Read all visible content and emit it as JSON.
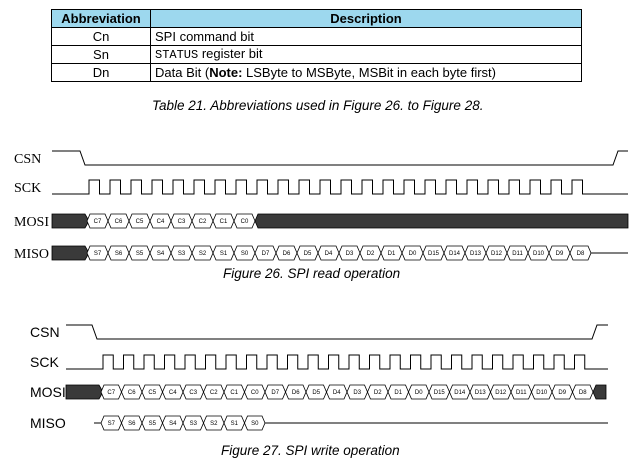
{
  "table": {
    "headers": [
      "Abbreviation",
      "Description"
    ],
    "rows": [
      {
        "abbr": "Cn",
        "desc_pre": "SPI command bit",
        "desc_code": "",
        "desc_post": "",
        "desc_bold": "",
        "desc_tail": ""
      },
      {
        "abbr": "Sn",
        "desc_pre": "",
        "desc_code": "STATUS",
        "desc_post": " register bit",
        "desc_bold": "",
        "desc_tail": ""
      },
      {
        "abbr": "Dn",
        "desc_pre": "Data Bit (",
        "desc_code": "",
        "desc_post": "",
        "desc_bold": "Note:",
        "desc_tail": " LSByte to MSByte, MSBit in each byte first)"
      }
    ],
    "header_color": "#9dd8ee"
  },
  "table_caption": "Table 21. Abbreviations used in Figure 26. to Figure 28.",
  "figure26": {
    "caption": "Figure 26. SPI read operation",
    "signals": [
      "CSN",
      "SCK",
      "MOSI",
      "MISO"
    ],
    "mosi_bits": [
      "C7",
      "C6",
      "C5",
      "C4",
      "C3",
      "C2",
      "C1",
      "C0"
    ],
    "miso_bits": [
      "S7",
      "S6",
      "S5",
      "S4",
      "S3",
      "S2",
      "S1",
      "S0",
      "D7",
      "D6",
      "D5",
      "D4",
      "D3",
      "D2",
      "D1",
      "D0",
      "D15",
      "D14",
      "D13",
      "D12",
      "D11",
      "D10",
      "D9",
      "D8"
    ]
  },
  "figure27": {
    "caption": "Figure 27.  SPI write operation",
    "signals": [
      "CSN",
      "SCK",
      "MOSI",
      "MISO"
    ],
    "mosi_bits": [
      "C7",
      "C6",
      "C5",
      "C4",
      "C3",
      "C2",
      "C1",
      "C0",
      "D7",
      "D6",
      "D5",
      "D4",
      "D3",
      "D2",
      "D1",
      "D0",
      "D15",
      "D14",
      "D13",
      "D12",
      "D11",
      "D10",
      "D9",
      "D8"
    ],
    "miso_bits": [
      "S7",
      "S6",
      "S5",
      "S4",
      "S3",
      "S2",
      "S1",
      "S0"
    ]
  }
}
